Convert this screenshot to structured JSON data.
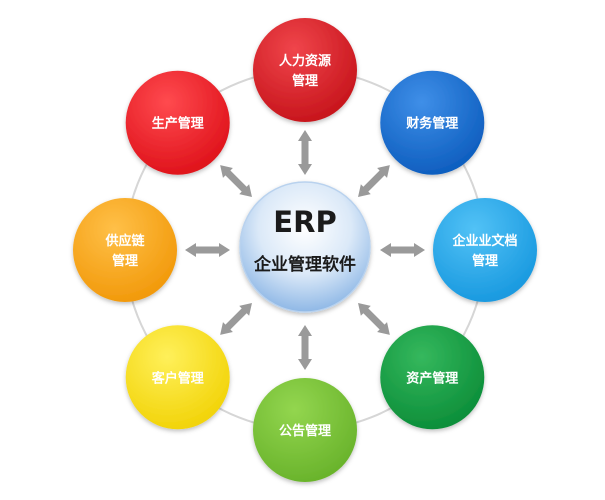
{
  "diagram": {
    "center": {
      "title": "ERP",
      "subtitle": "企业管理软件"
    },
    "nodes": [
      {
        "id": "hr",
        "lines": [
          "人力资源",
          "管理"
        ],
        "color": "#c8161d",
        "highlight": "#f0454b"
      },
      {
        "id": "finance",
        "lines": [
          "财务管理"
        ],
        "color": "#0f5fc0",
        "highlight": "#3f8fe8"
      },
      {
        "id": "docs",
        "lines": [
          "企业业文档",
          "管理"
        ],
        "color": "#1a9ae0",
        "highlight": "#52c2f6"
      },
      {
        "id": "assets",
        "lines": [
          "资产管理"
        ],
        "color": "#0d8f3a",
        "highlight": "#35b85d"
      },
      {
        "id": "notice",
        "lines": [
          "公告管理"
        ],
        "color": "#6ab42c",
        "highlight": "#93d64f"
      },
      {
        "id": "customer",
        "lines": [
          "客户管理"
        ],
        "color": "#f2d40a",
        "highlight": "#fff05a"
      },
      {
        "id": "supply",
        "lines": [
          "供应链",
          "管理"
        ],
        "color": "#f29a0c",
        "highlight": "#ffc048"
      },
      {
        "id": "production",
        "lines": [
          "生产管理"
        ],
        "color": "#e0141c",
        "highlight": "#ff4a4f"
      }
    ]
  }
}
